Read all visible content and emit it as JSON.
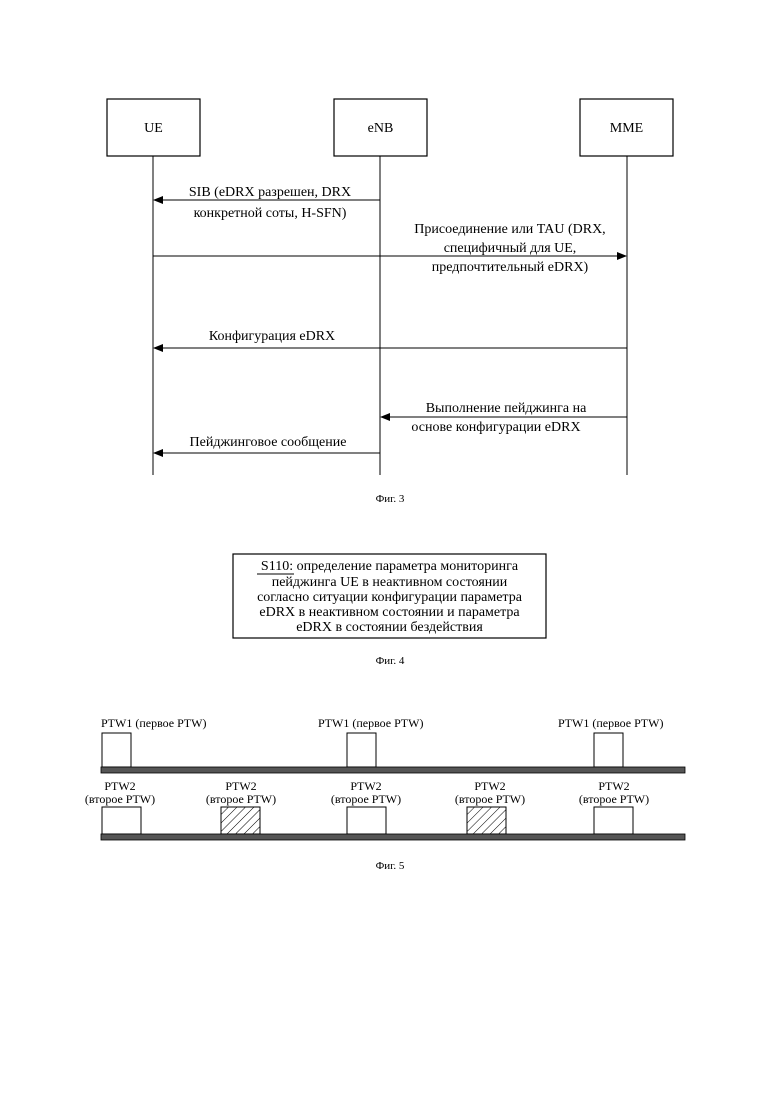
{
  "fig3": {
    "entities": [
      "UE",
      "eNB",
      "MME"
    ],
    "messages": [
      {
        "lines": [
          "SIB (eDRX разрешен, DRX",
          "конкретной соты, H-SFN)"
        ]
      },
      {
        "lines": [
          "Присоединение или TAU (DRX,",
          "специфичный для UE,",
          "предпочтительный eDRX)"
        ]
      },
      {
        "lines": [
          "Конфигурация eDRX"
        ]
      },
      {
        "lines": [
          "Выполнение пейджинга на",
          "основе конфигурации eDRX"
        ]
      },
      {
        "lines": [
          "Пейджинговое сообщение"
        ]
      }
    ],
    "caption": "Фиг. 3"
  },
  "fig4": {
    "lines": [
      "S110: определение параметра мониторинга",
      "пейджинга UE в неактивном состоянии",
      "согласно ситуации конфигурации параметра",
      "eDRX в неактивном состоянии и параметра",
      "eDRX в состоянии бездействия"
    ],
    "caption": "Фиг. 4"
  },
  "fig5": {
    "ptw1_label": "PTW1 (первое PTW)",
    "ptw2_label_line1": "PTW2",
    "ptw2_label_line2": "(второе PTW)",
    "caption": "Фиг. 5",
    "colors": {
      "bar": "#555555",
      "hatch": "#000000"
    }
  }
}
